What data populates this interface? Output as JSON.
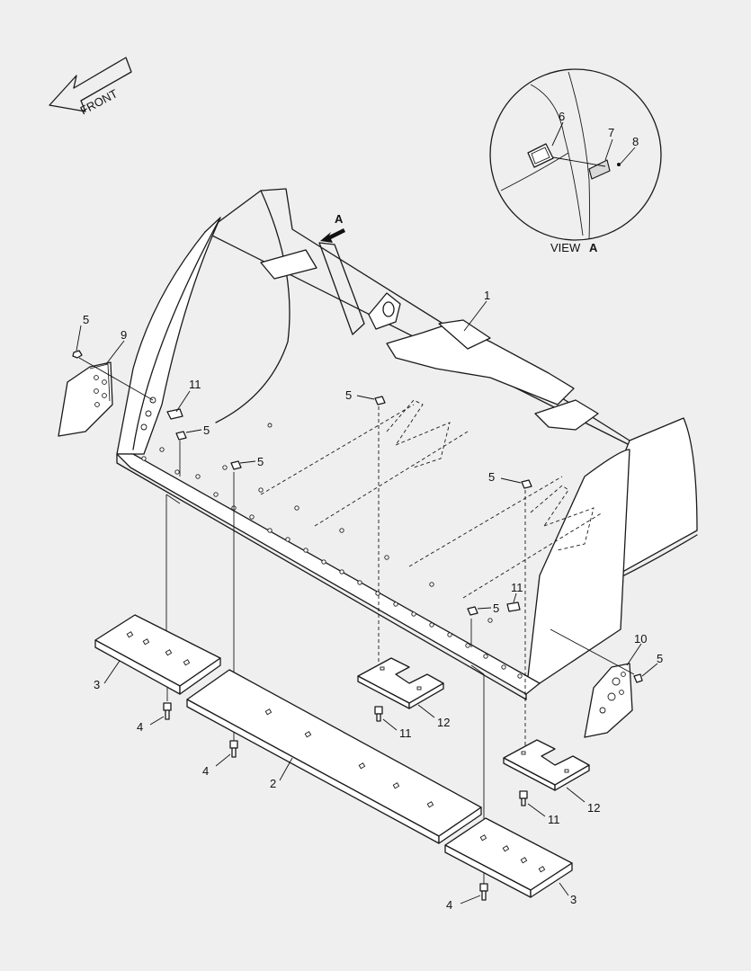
{
  "front_arrow": {
    "text": "FRONT"
  },
  "view": {
    "marker_letter": "A",
    "caption_word": "VIEW",
    "caption_letter": "A"
  },
  "callouts": {
    "bucket": "1",
    "cutting_edge": "2",
    "end_bit_left": "3",
    "end_bit_right": "3",
    "bolt_left": "4",
    "bolt_center": "4",
    "bolt_right": "4",
    "nut_side_left": "5",
    "nut_edge_1": "5",
    "nut_edge_2": "5",
    "nut_floor_1": "5",
    "nut_floor_2": "5",
    "nut_edge_3": "5",
    "nut_side_right": "5",
    "plate_view": "6",
    "plate_small": "7",
    "rivet": "8",
    "side_cutter_left": "9",
    "side_cutter_right": "10",
    "bolt_side_left": "11",
    "bolt_side_right": "11",
    "bolt_wear_1": "11",
    "bolt_wear_2": "11",
    "wear_plate_1": "12",
    "wear_plate_2": "12"
  }
}
